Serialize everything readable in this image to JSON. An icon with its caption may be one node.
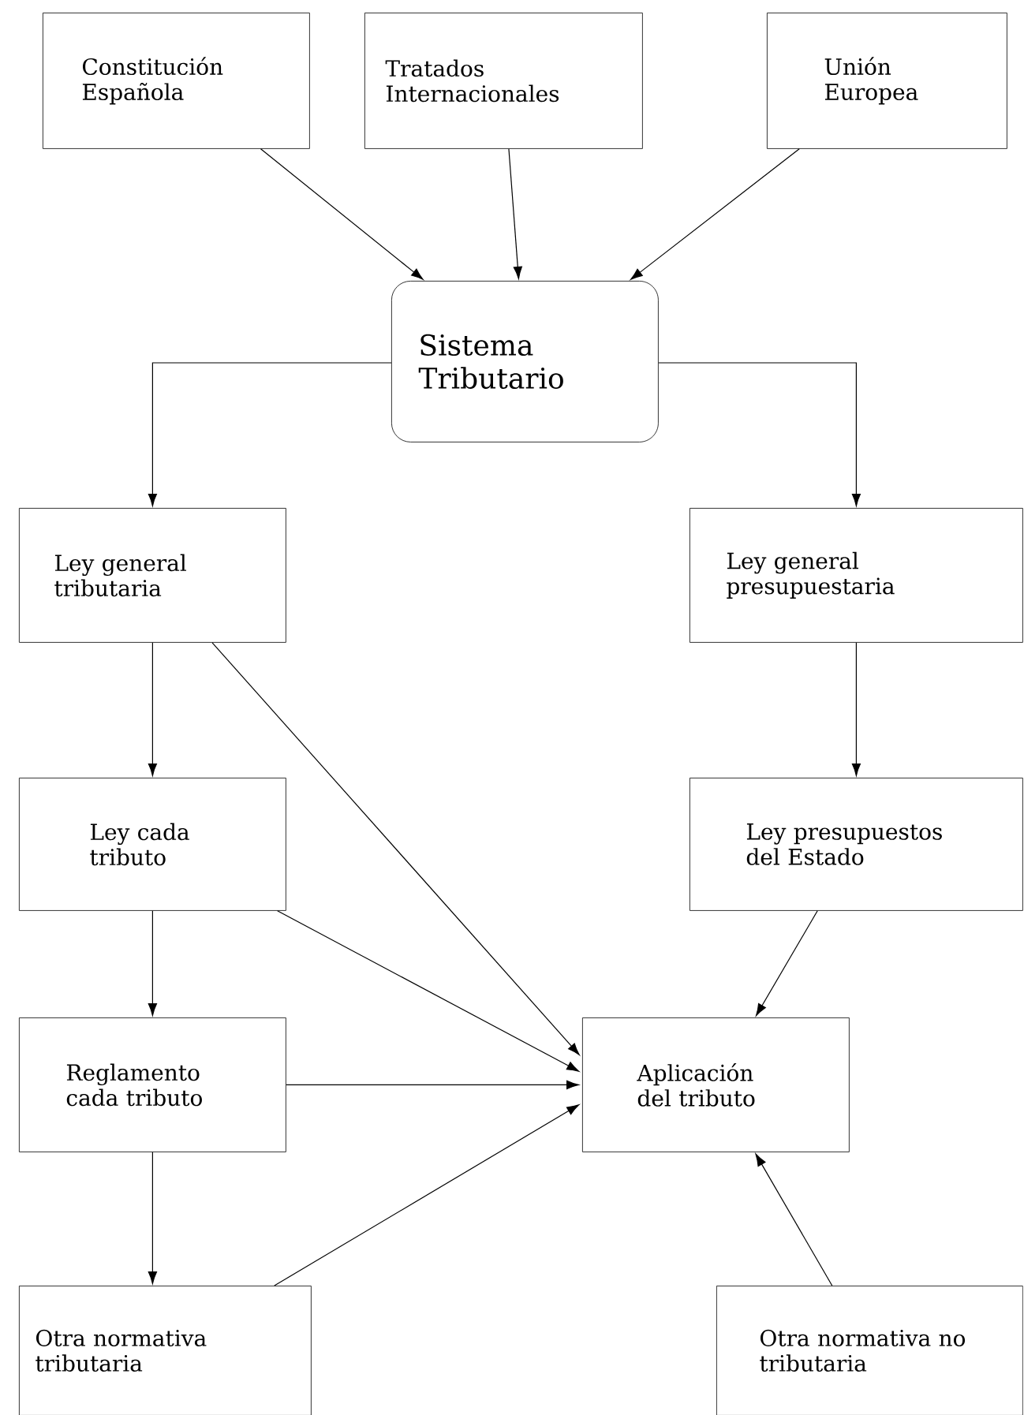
{
  "diagram": {
    "nodes": [
      {
        "text": [
          "Constitución Española"
        ]
      },
      {
        "text": [
          "Tratados Internacionales"
        ]
      },
      {
        "text": [
          "Unión Europea"
        ]
      },
      {
        "text": [
          "Sistema Tributario"
        ]
      },
      {
        "text": [
          "Ley general tributaria"
        ]
      },
      {
        "text": [
          "Ley general presupuestaria"
        ]
      },
      {
        "text": [
          "Ley cada tributo"
        ]
      },
      {
        "text": [
          "Ley presupuestos del Estado"
        ]
      },
      {
        "text": [
          "Reglamento cada tributo"
        ]
      },
      {
        "text": [
          "Aplicación del tributo"
        ]
      },
      {
        "text": [
          "Otra normativa tributaria"
        ]
      },
      {
        "text": [
          "Otra normativa no tributaria"
        ]
      }
    ],
    "edges": [
      {
        "from": 0,
        "to": 3,
        "arrow": "to"
      },
      {
        "from": 1,
        "to": 3,
        "arrow": "to"
      },
      {
        "from": 2,
        "to": 3,
        "arrow": "to"
      },
      {
        "from": 3,
        "to": 4,
        "arrow": "to"
      },
      {
        "from": 3,
        "to": 5,
        "arrow": "to"
      },
      {
        "from": 4,
        "to": 6,
        "arrow": "to"
      },
      {
        "from": 6,
        "to": 8,
        "arrow": "to"
      },
      {
        "from": 8,
        "to": 10,
        "arrow": "to"
      },
      {
        "from": 5,
        "to": 7,
        "arrow": "to"
      },
      {
        "from": 4,
        "to": 9,
        "arrow": "to"
      },
      {
        "from": 6,
        "to": 9,
        "arrow": "to"
      },
      {
        "from": 8,
        "to": 9,
        "arrow": "to"
      },
      {
        "from": 10,
        "to": 9,
        "arrow": "to"
      },
      {
        "from": 7,
        "to": 9,
        "arrow": "to"
      },
      {
        "from": 11,
        "to": 9,
        "arrow": "to"
      }
    ]
  }
}
